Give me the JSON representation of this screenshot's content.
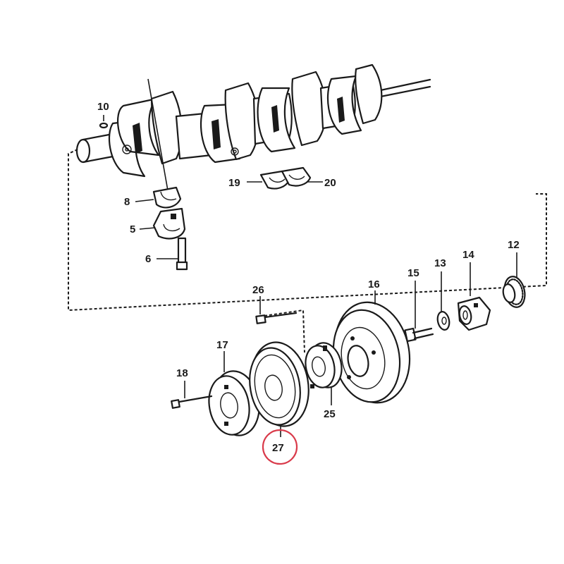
{
  "callouts": {
    "c10": "10",
    "c8": "8",
    "c5": "5",
    "c6": "6",
    "c19": "19",
    "c20": "20",
    "c26": "26",
    "c16": "16",
    "c15": "15",
    "c13": "13",
    "c14": "14",
    "c12": "12",
    "c17": "17",
    "c18": "18",
    "c25": "25",
    "c27": "27"
  },
  "highlight": {
    "part": "27",
    "color": "#d93a4a"
  },
  "colors": {
    "line": "#1a1a1a",
    "background": "#ffffff"
  }
}
